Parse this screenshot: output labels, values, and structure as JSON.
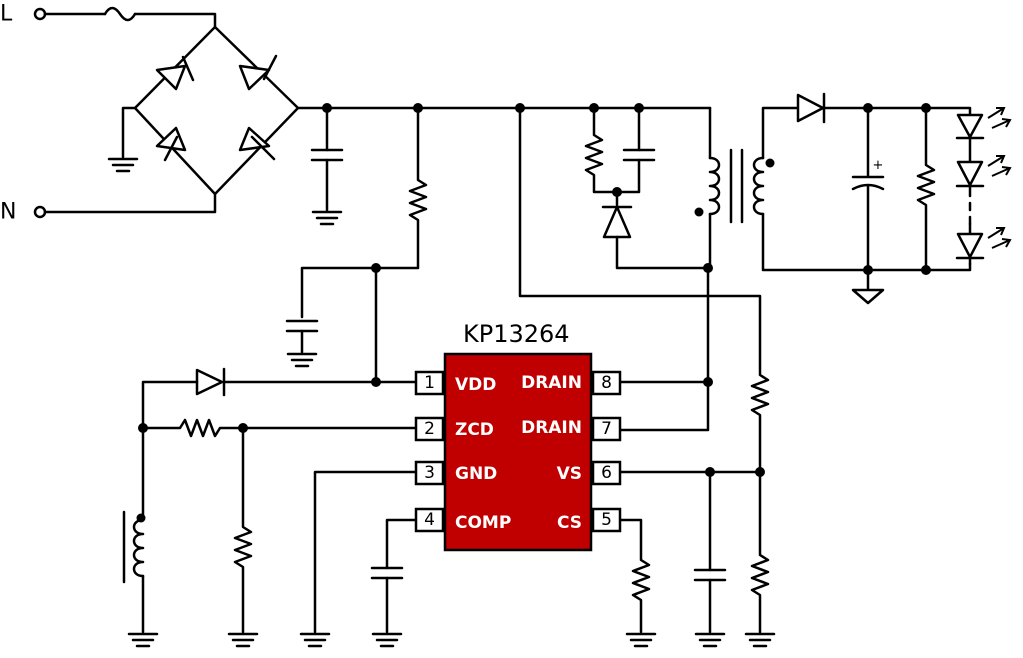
{
  "chip": {
    "name": "KP13264",
    "fill_color": "#c00000",
    "pins_left": [
      {
        "num": "1",
        "name": "VDD"
      },
      {
        "num": "2",
        "name": "ZCD"
      },
      {
        "num": "3",
        "name": "GND"
      },
      {
        "num": "4",
        "name": "COMP"
      }
    ],
    "pins_right": [
      {
        "num": "8",
        "name": "DRAIN"
      },
      {
        "num": "7",
        "name": "DRAIN"
      },
      {
        "num": "6",
        "name": "VS"
      },
      {
        "num": "5",
        "name": "CS"
      }
    ]
  },
  "inputs": {
    "line": "L",
    "neutral": "N"
  },
  "cap_polarity": "+"
}
